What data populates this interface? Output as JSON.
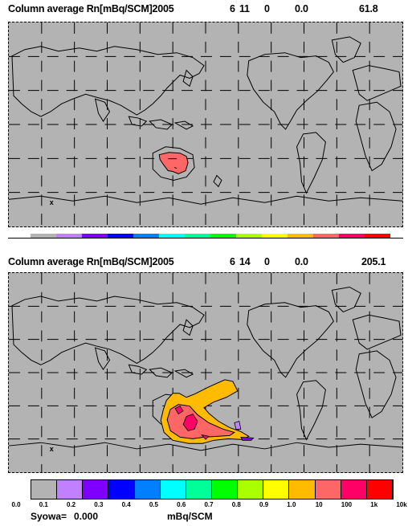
{
  "panels": [
    {
      "title": {
        "label": "Column average Rn[mBq/SCM]2005",
        "month": "6",
        "day": "11",
        "hour": "0",
        "level": "0.0",
        "max_value": "61.8"
      }
    },
    {
      "title": {
        "label": "Column average Rn[mBq/SCM]2005",
        "month": "6",
        "day": "14",
        "hour": "0",
        "level": "0.0",
        "max_value": "205.1"
      }
    }
  ],
  "legend": {
    "colors": [
      "#b3b3b3",
      "#c080ff",
      "#8000ff",
      "#0000ff",
      "#0080ff",
      "#00ffff",
      "#00ff99",
      "#00ff00",
      "#aaff00",
      "#ffff00",
      "#ffbb00",
      "#ff6666",
      "#ff0066",
      "#ff0000"
    ],
    "tick_labels": [
      "0.0",
      "0.1",
      "0.2",
      "0.3",
      "0.4",
      "0.5",
      "0.6",
      "0.7",
      "0.8",
      "0.9",
      "1.0",
      "10",
      "100",
      "1k",
      "10k"
    ]
  },
  "station": {
    "label": "Syowa=",
    "value": "0.000",
    "unit": "mBq/SCM"
  },
  "markers": {
    "station_symbol": "x"
  }
}
